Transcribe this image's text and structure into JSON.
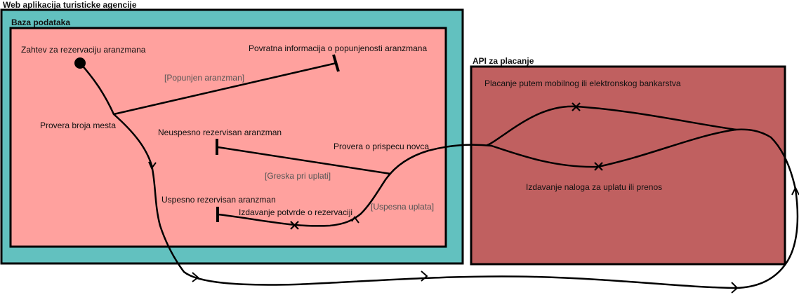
{
  "title": "Web aplikacija turisticke agencije",
  "regions": {
    "database": "Baza podataka",
    "payment_api": "API za placanje"
  },
  "activities": {
    "request": "Zahtev za rezervaciju aranzmana",
    "check_seats": "Provera broja mesta",
    "feedback_full": "Povratna informacija o popunjenosti aranzmana",
    "failed_reservation": "Neuspesno rezervisan aranzman",
    "check_payment": "Provera o prispecu novca",
    "success_reservation": "Uspesno rezervisan aranzman",
    "issue_confirmation": "Izdavanje potvrde o rezervaciji",
    "mobile_payment": "Placanje putem mobilnog ili elektronskog bankarstva",
    "payment_order": "Izdavanje naloga za uplatu ili prenos"
  },
  "guards": {
    "full": "[Popunjen aranzman]",
    "error": "[Greska pri uplati]",
    "success": "[Uspesna uplata]"
  },
  "colors": {
    "outer_fill": "#62c1bf",
    "database_fill": "#ffa19e",
    "api_fill": "#c06060",
    "stroke": "#000000"
  }
}
